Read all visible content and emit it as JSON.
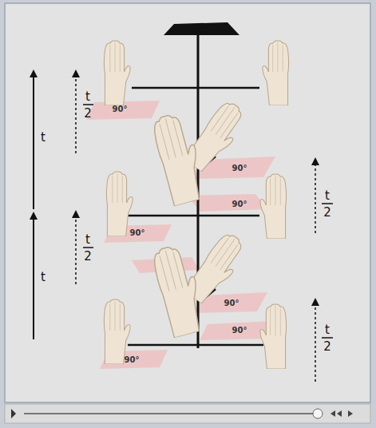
{
  "diagram": {
    "labels": [
      "t",
      "2",
      "90°",
      "t",
      "90°",
      "t",
      "2",
      "90°",
      "90°",
      "t",
      "t",
      "2",
      "90°",
      "90°",
      "t",
      "2",
      "90°"
    ]
  }
}
